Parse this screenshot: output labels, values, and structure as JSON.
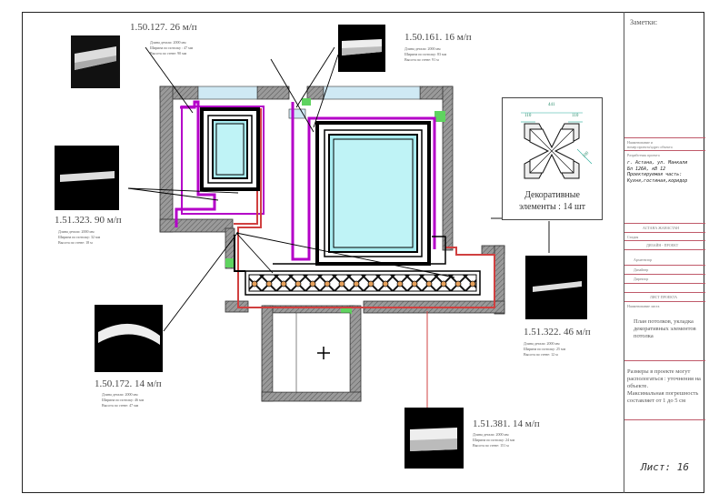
{
  "labels": {
    "p1": {
      "code": "1.50.127.  26 м/п",
      "specs": [
        "Длина детали:        2000 мм",
        "Ширина по потолку : 47 мм",
        "Высота по стене:      90 мм"
      ]
    },
    "p2": {
      "code": "1.50.161.  16 м/п",
      "specs": [
        "Длина детали:        2000 мм",
        "Ширина по потолку: 83 мм",
        "Высота по стене:      91 м"
      ]
    },
    "p3": {
      "code": "1.51.323.  90 м/п",
      "specs": [
        "Длина детали:        2000 мм",
        "Ширина по потолку: 32 мм",
        "Высота по стене:      18 м"
      ]
    },
    "p4": {
      "code": "1.51.322.  46 м/п",
      "specs": [
        "Длина детали:        2000 мм",
        "Ширина по потолку: 25 мм",
        "Высота по стене:      12 м"
      ]
    },
    "p5": {
      "code": "1.50.172.  14 м/п",
      "specs": [
        "Длина детали:        2000 мм",
        "Ширина по потолку: 46 мм",
        "Высота по стене:      47 мм"
      ]
    },
    "p6": {
      "code": "1.51.381.  14 м/п",
      "specs": [
        "Длина детали:        2000 мм",
        "Ширина по потолку: 24 мм",
        "Высота по стене:      151 м"
      ]
    }
  },
  "decor": {
    "title": "Декоративные\nэлементы : 14 шт",
    "dim_top": "441",
    "dim_left": "110",
    "dim_right": "110",
    "dim_diag": "100"
  },
  "sidebar": {
    "notes_title": "Заметки:",
    "address": "г. Астана, ул. Манкали\nБл 126А, кВ 12\nПроектируемая часть:\nКухня,гостиная,коридор",
    "small_1": "Наименование и",
    "small_2": "номер проекта/адрес объекта",
    "small_3": "Разработчик проекта",
    "small_4": "АСТАНА  ЖАНАСТАН",
    "small_5": "Стадия",
    "small_6": "ДИЗАЙН - ПРОЕКТ",
    "small_7": "Архитектор",
    "small_8": "Дизайнер",
    "small_9": "Директор",
    "small_10": "ЛИСТ ПРОЕКТА",
    "small_11": "Наименование листа",
    "plan_title": "План потолков, укладка\nдекоративных элементов\nпотолка",
    "note": "Размеры в проекте могут\nраспологаться : уточнения на\nобъекте.\nМаксимальная погрешность\nсоставляет от 1 до 5 см",
    "sheet": "Лист:  16"
  }
}
